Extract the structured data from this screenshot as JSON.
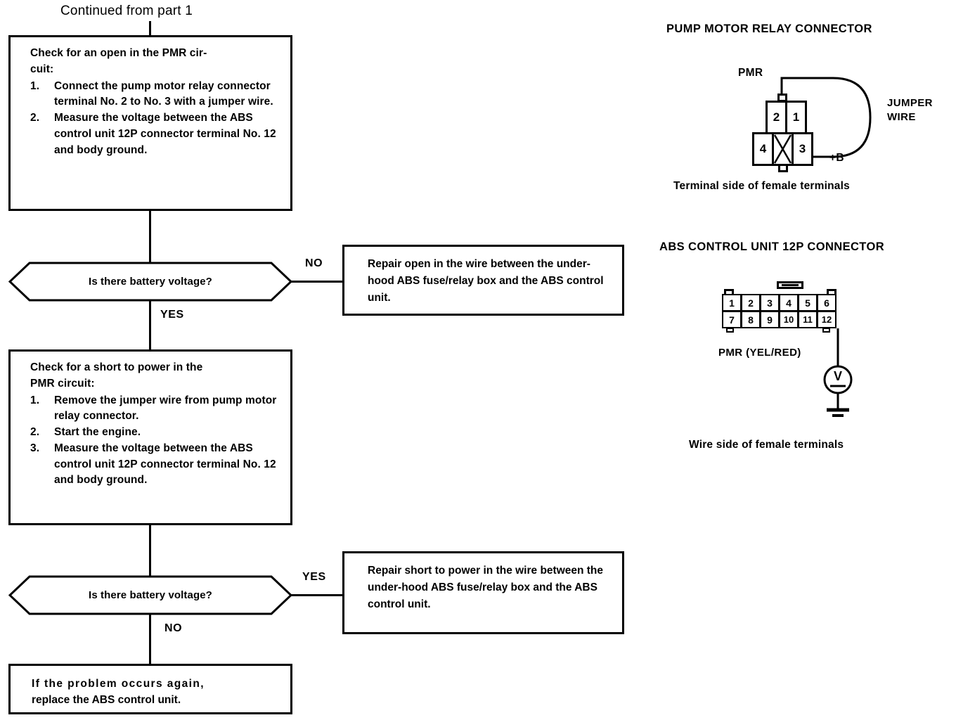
{
  "page": {
    "top_caption": "Continued from part 1"
  },
  "flowchart": {
    "step1": {
      "heading": "Check for an open in the PMR cir-cuit:",
      "heading_lines": [
        "Check for an open in the PMR cir-",
        "cuit:"
      ],
      "items": [
        {
          "num": "1.",
          "text": "Connect the pump motor relay connector terminal No. 2 to No. 3 with a jumper wire."
        },
        {
          "num": "2.",
          "text": "Measure the voltage between the ABS control unit 12P connector terminal No. 12 and body ground."
        }
      ]
    },
    "decision1": {
      "question": "Is there battery voltage?",
      "yes_label": "YES",
      "no_label": "NO"
    },
    "result1": {
      "text": "Repair open in the wire between the under-hood ABS fuse/relay box and the ABS control unit."
    },
    "step2": {
      "heading_lines": [
        "Check for a short to power in the",
        "PMR circuit:"
      ],
      "items": [
        {
          "num": "1.",
          "text": "Remove the jumper wire from pump motor relay connector."
        },
        {
          "num": "2.",
          "text": "Start the engine."
        },
        {
          "num": "3.",
          "text": "Measure the voltage between the ABS control unit 12P connector terminal No. 12 and body ground."
        }
      ]
    },
    "decision2": {
      "question": "Is there battery voltage?",
      "yes_label": "YES",
      "no_label": "NO"
    },
    "result2": {
      "text": "Repair short to power in the wire between the under-hood ABS fuse/relay box and the ABS control unit."
    },
    "terminal": {
      "line1": "If the problem occurs again,",
      "line2": "replace the ABS control unit."
    }
  },
  "relay_connector": {
    "title": "PUMP MOTOR RELAY CONNECTOR",
    "caption": "Terminal side of female terminals",
    "pmr_label": "PMR",
    "plus_b_label": "+B",
    "jumper_label_line1": "JUMPER",
    "jumper_label_line2": "WIRE",
    "top_row": [
      "2",
      "1"
    ],
    "bottom_row": [
      "4",
      "",
      "3"
    ],
    "blank_cell_marker": "x-cross"
  },
  "abs_connector": {
    "title": "ABS CONTROL UNIT 12P CONNECTOR",
    "caption": "Wire side of female terminals",
    "wire_label": "PMR (YEL/RED)",
    "top_row": [
      "1",
      "2",
      "3",
      "4",
      "5",
      "6"
    ],
    "bottom_row": [
      "7",
      "8",
      "9",
      "10",
      "11",
      "12"
    ],
    "meter_symbol": "V"
  },
  "colors": {
    "ink": "#000000",
    "paper": "#ffffff"
  }
}
